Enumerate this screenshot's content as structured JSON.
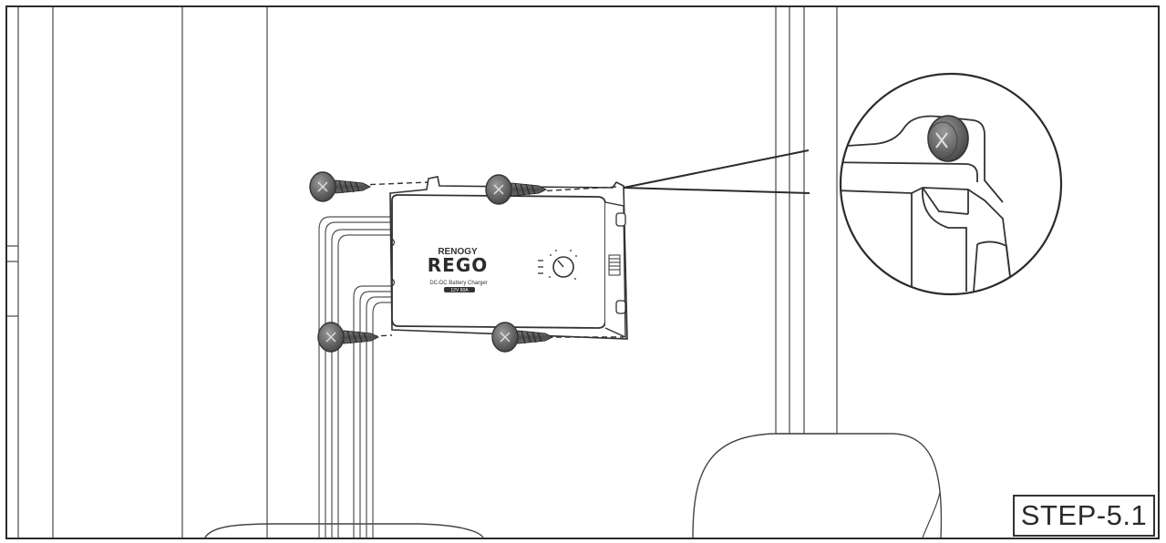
{
  "diagram": {
    "step_label": "STEP-5.1",
    "device": {
      "brand": "RENOGY",
      "product": "REGO",
      "subtitle": "DC-DC Battery Charger",
      "model_badge": "12V 60A"
    },
    "screw_count": 4
  }
}
